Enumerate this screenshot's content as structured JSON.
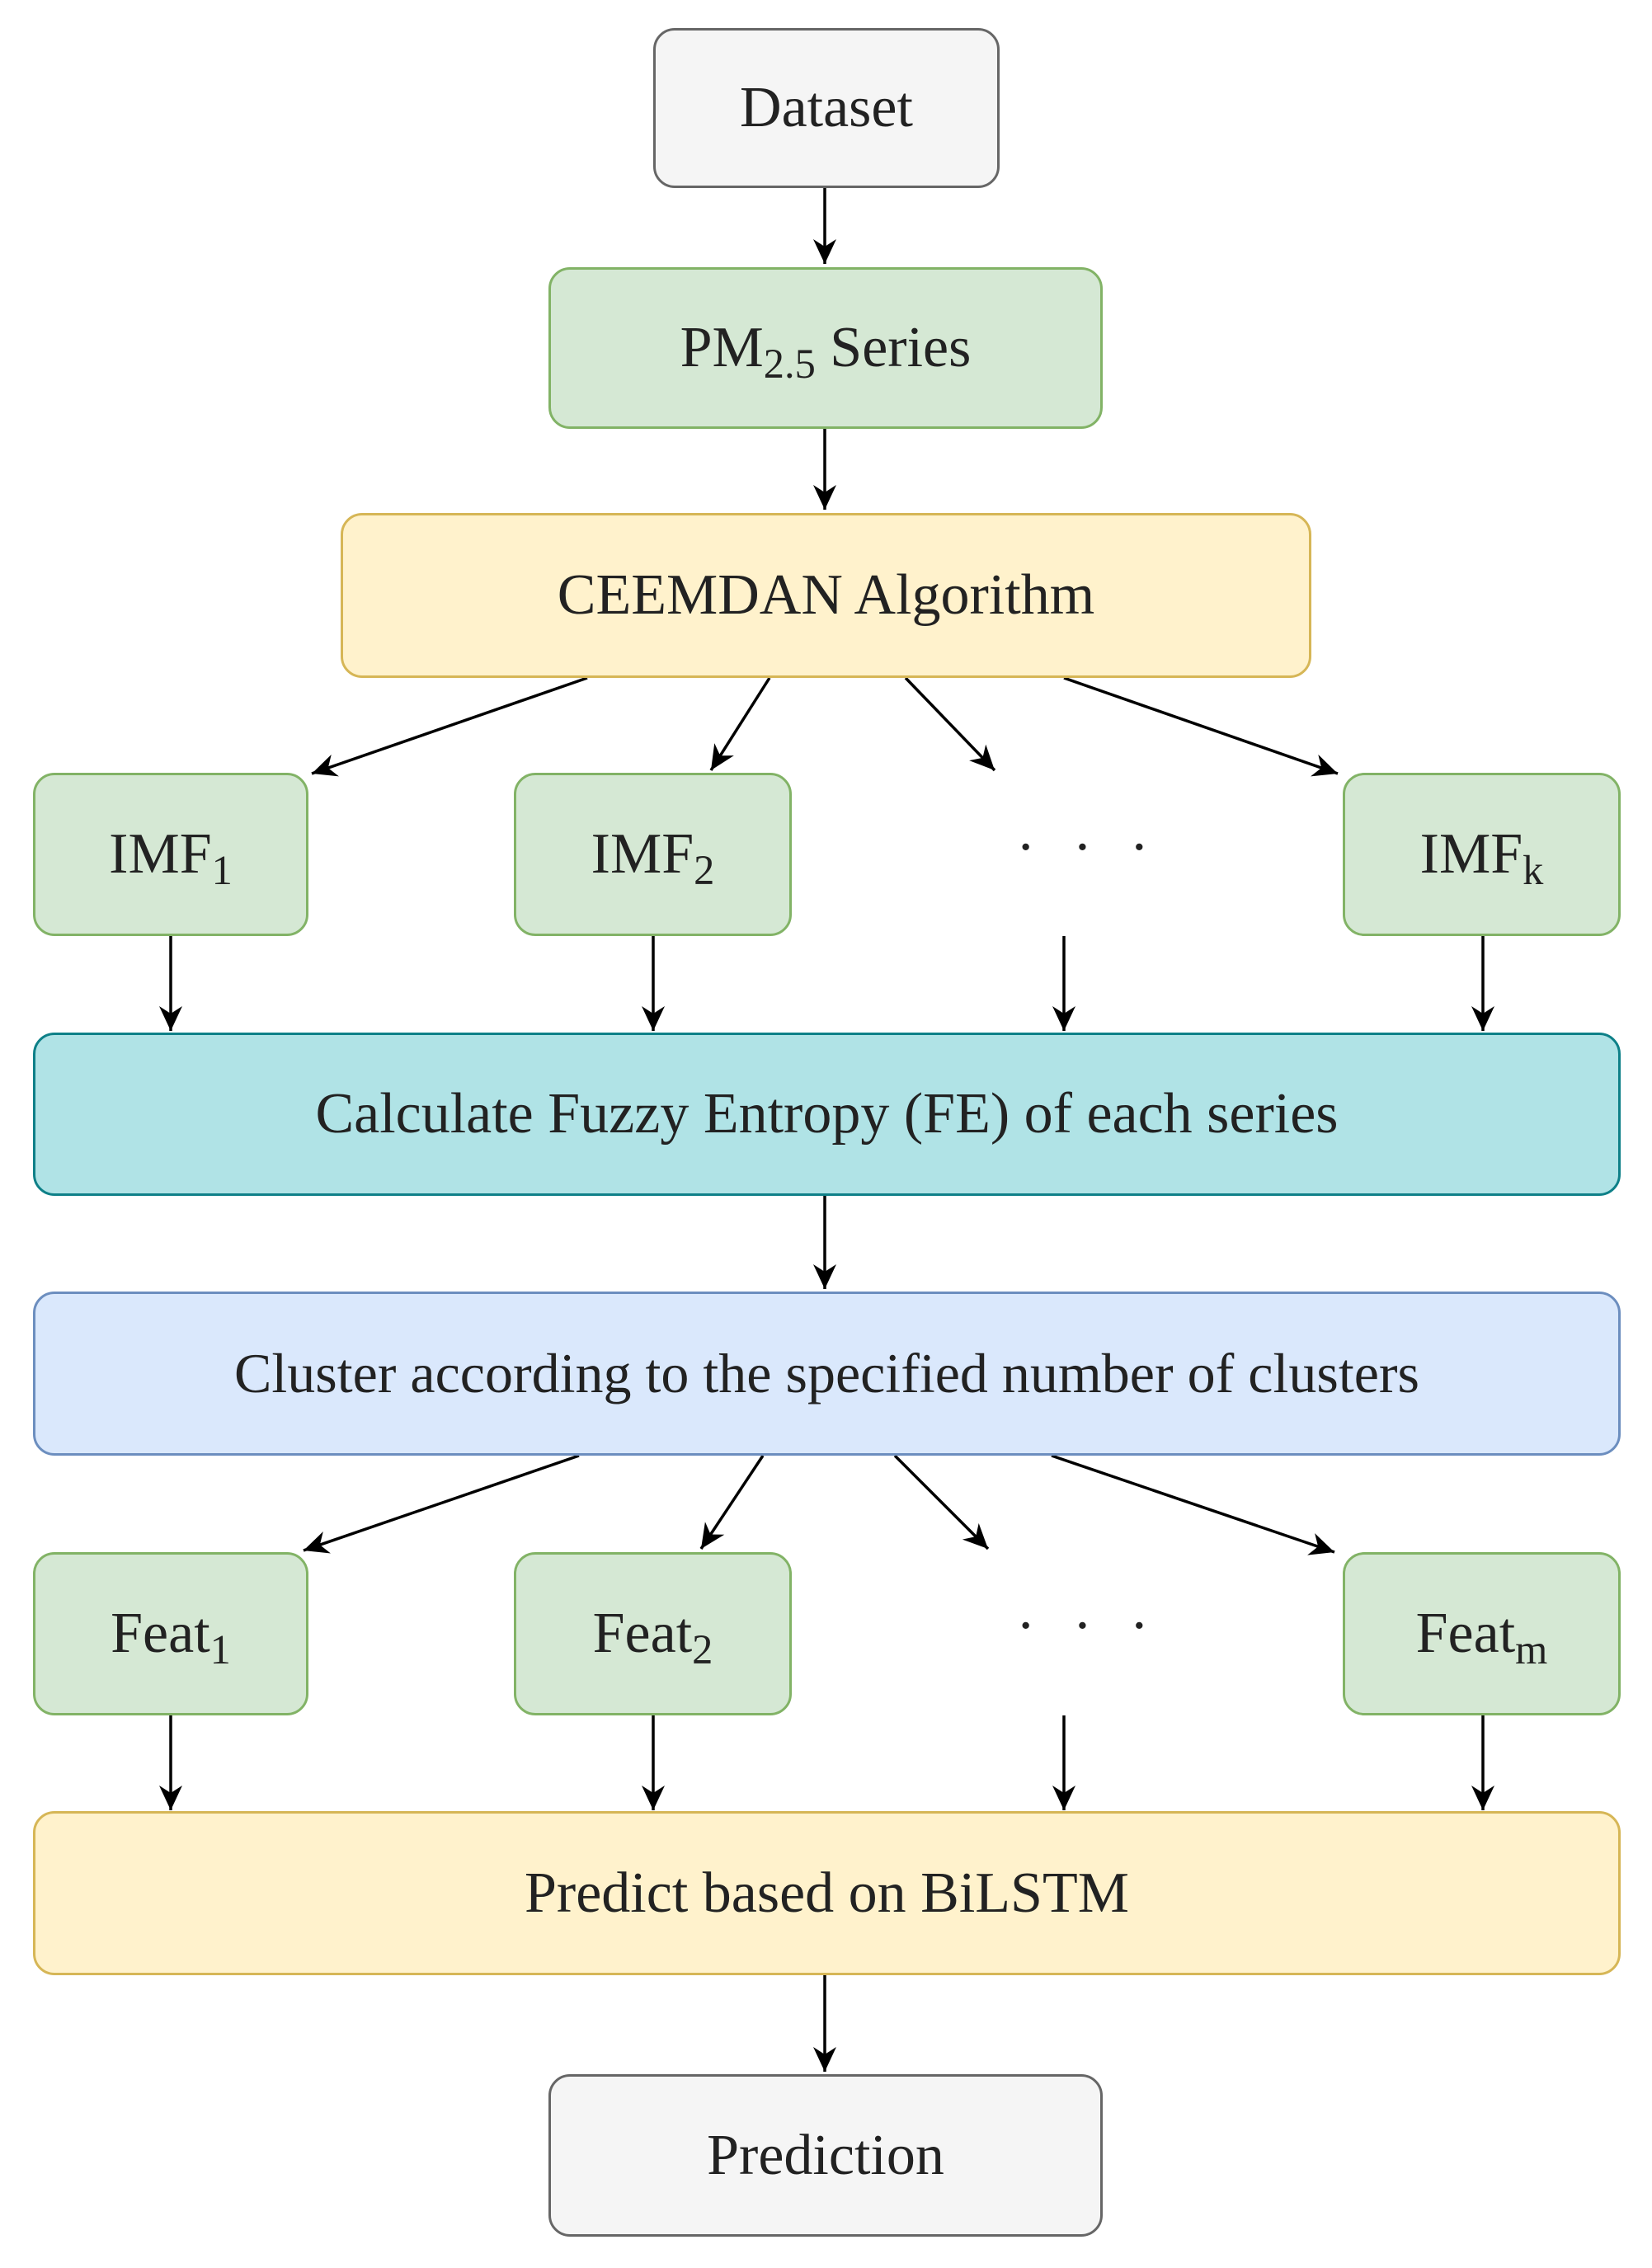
{
  "nodes": {
    "dataset": "Dataset",
    "pm25": {
      "main": "PM",
      "sub": "2.5",
      "suffix": " Series"
    },
    "ceemdan": "CEEMDAN Algorithm",
    "imf": [
      {
        "main": "IMF",
        "sub": "1"
      },
      {
        "main": "IMF",
        "sub": "2"
      },
      {
        "main": "IMF",
        "sub": "k"
      }
    ],
    "imf_ellipsis": "· · ·",
    "fuzzy": "Calculate Fuzzy Entropy (FE) of each series",
    "cluster": "Cluster according to the specified number of clusters",
    "feat": [
      {
        "main": "Feat",
        "sub": "1"
      },
      {
        "main": "Feat",
        "sub": "2"
      },
      {
        "main": "Feat",
        "sub": "m"
      }
    ],
    "feat_ellipsis": "· · ·",
    "bilstm": "Predict based on BiLSTM",
    "prediction": "Prediction"
  },
  "colors": {
    "gray_fill": "#f5f5f5",
    "green_fill": "#d5e8d4",
    "yellow_fill": "#fff2cc",
    "teal_fill": "#b0e3e6",
    "blue_fill": "#dae8fc",
    "arrow": "#000000"
  }
}
